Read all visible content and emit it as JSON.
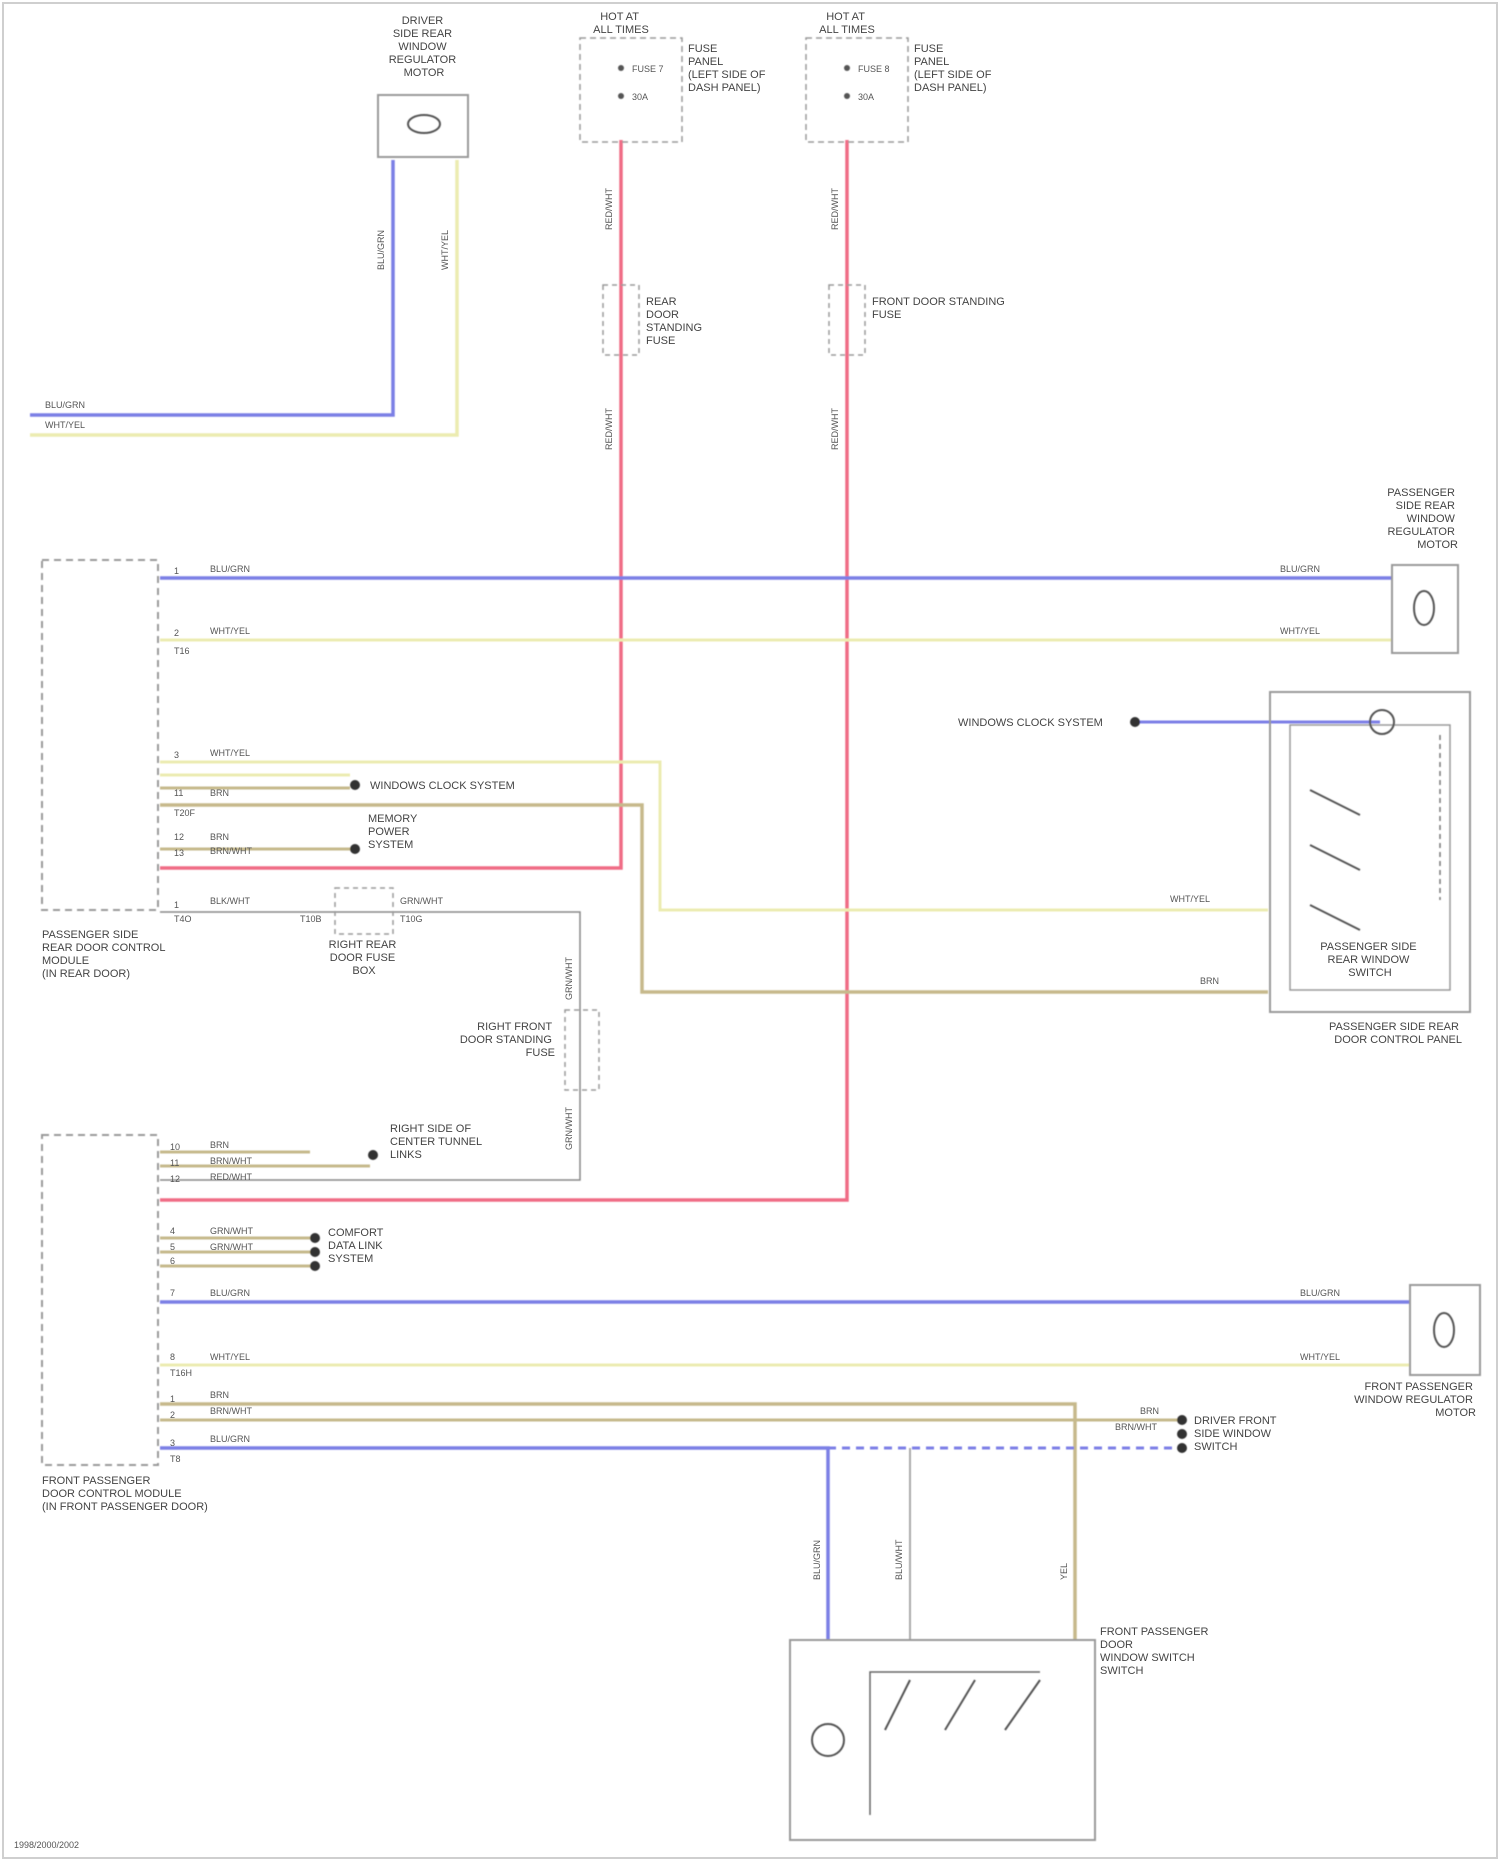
{
  "colors": {
    "blue": "#7b7fe6",
    "yellow": "#ecebb0",
    "red": "#f06c86",
    "tan": "#c6b98c",
    "outline": "#9a9a9a",
    "text": "#4a4a4a"
  },
  "components": {
    "rear_left_window_motor": [
      "DRIVER",
      "SIDE REAR",
      "WINDOW",
      "REGULATOR",
      "MOTOR"
    ],
    "hot_at_all_times_1": [
      "HOT AT",
      "ALL TIMES"
    ],
    "hot_at_all_times_2": [
      "HOT AT",
      "ALL TIMES"
    ],
    "fuse_panel_1": [
      "FUSE",
      "PANEL",
      "(LEFT SIDE OF",
      "DASH PANEL)"
    ],
    "fuse_panel_2": [
      "FUSE",
      "PANEL",
      "(LEFT SIDE OF",
      "DASH PANEL)"
    ],
    "fuse_1": "FUSE 7",
    "fuse_2": "FUSE 8",
    "amp_1": "30A",
    "amp_2": "30A",
    "rear_door_fuse": [
      "REAR",
      "DOOR",
      "STANDING",
      "FUSE"
    ],
    "front_door_fuse": [
      "FRONT DOOR STANDING",
      "FUSE"
    ],
    "pass_rear_window_motor": [
      "PASSENGER",
      "SIDE REAR",
      "WINDOW",
      "REGULATOR",
      "MOTOR"
    ],
    "pass_rear_door_module": [
      "PASSENGER SIDE",
      "REAR DOOR CONTROL",
      "MODULE",
      "(IN REAR DOOR)"
    ],
    "pass_rear_window_switch": [
      "PASSENGER SIDE",
      "REAR WINDOW",
      "SWITCH"
    ],
    "pass_rear_door_control_panel": [
      "PASSENGER SIDE REAR",
      "DOOR CONTROL PANEL"
    ],
    "rear_door_fuse_box": [
      "RIGHT REAR",
      "DOOR FUSE",
      "BOX"
    ],
    "front_door_standing_fuse": [
      "RIGHT FRONT",
      "DOOR STANDING",
      "FUSE"
    ],
    "splice_upper": [
      "RIGHT SIDE OF",
      "CENTER TUNNEL",
      "LINKS"
    ],
    "front_pass_door_module": [
      "FRONT PASSENGER",
      "DOOR CONTROL MODULE",
      "(IN FRONT PASSENGER DOOR)"
    ],
    "front_pass_window_motor": [
      "FRONT PASSENGER",
      "WINDOW REGULATOR",
      "MOTOR"
    ],
    "front_pass_window_switch": [
      "FRONT PASSENGER",
      "DOOR",
      "WINDOW SWITCH",
      "SWITCH"
    ],
    "comfort_links": [
      "COMFORT",
      "DATA LINK",
      "SYSTEM"
    ],
    "window_control_system": "WINDOWS CLOCK SYSTEM",
    "window_switch_system_2": "WINDOWS CLOCK SYSTEM",
    "rear_window_switch_panel": [
      "DRIVER FRONT",
      "SIDE WINDOW",
      "SWITCH"
    ],
    "memory_system": [
      "MEMORY",
      "POWER",
      "SYSTEM"
    ],
    "diagram_id": "1998/2000/2002"
  },
  "wires": {
    "blu_grn": "BLU/GRN",
    "wht_yel": "WHT/YEL",
    "red": "RED",
    "red_wht": "RED/WHT",
    "brn": "BRN",
    "blu_wht": "BLU/WHT",
    "brn_wht": "BRN/WHT",
    "grn_wht": "GRN/WHT",
    "blk_wht": "BLK/WHT",
    "yel": "YEL"
  },
  "pins": {
    "p1": "1",
    "p2": "2",
    "p3": "3",
    "p4": "4",
    "p5": "5",
    "p6": "6",
    "p7": "7",
    "p8": "8",
    "p10": "10",
    "p11": "11",
    "p12": "12",
    "p13": "13",
    "t10b": "T10B",
    "t10g": "T10G",
    "t8": "T8",
    "t16": "T16",
    "t4o": "T4O",
    "t20f": "T20F",
    "t16h": "T16H"
  }
}
